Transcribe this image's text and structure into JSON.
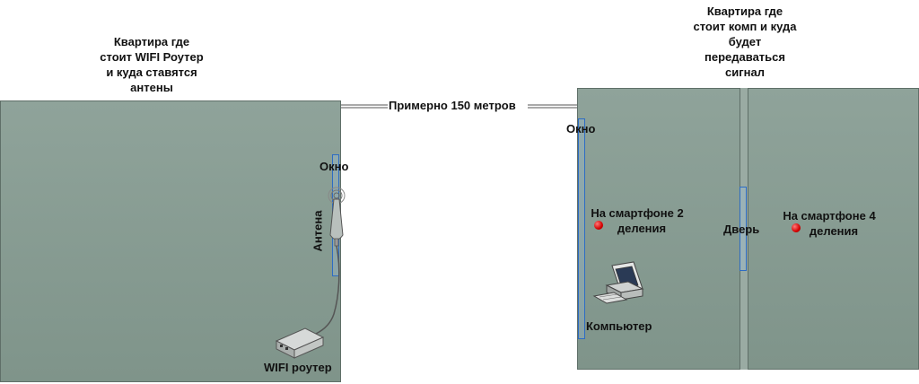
{
  "left_room": {
    "caption": [
      "Квартира где",
      "стоит WIFI Роутер",
      "и куда ставятся",
      "антены"
    ],
    "window_label": "Окно",
    "antenna_label": "Антена",
    "router_label": "WIFI роутер"
  },
  "link": {
    "distance_label": "Примерно 150 метров"
  },
  "right_room": {
    "caption": [
      "Квартира где",
      "стоит комп и куда",
      "будет",
      "передаваться",
      "сигнал"
    ],
    "window_label": "Окно",
    "computer_label": "Компьютер",
    "door_label": "Дверь",
    "signal_1": [
      "На смартфоне 2",
      "деления"
    ],
    "signal_2": [
      "На смартфоне 4",
      "деления"
    ]
  },
  "colors": {
    "wall": "#8a9e95",
    "window_edge": "#2d6cc4",
    "signal_dot": "#e00000"
  }
}
